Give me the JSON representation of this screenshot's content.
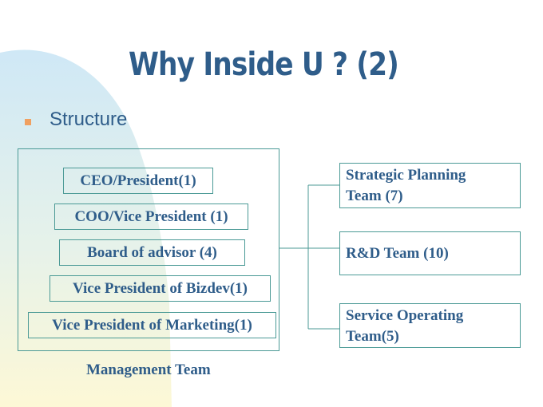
{
  "slide": {
    "title": "Why Inside U ? (2)",
    "subtitle": "Structure"
  },
  "management": {
    "items": [
      "CEO/President(1)",
      "COO/Vice President (1)",
      "Board of advisor (4)",
      "Vice President of Bizdev(1)",
      "Vice President of Marketing(1)"
    ],
    "caption": "Management Team"
  },
  "teams": [
    {
      "line1": "Strategic Planning",
      "line2": "Team (7)"
    },
    {
      "line1": "R&D Team (10)"
    },
    {
      "line1": "Service Operating",
      "line2": "Team(5)"
    }
  ],
  "colors": {
    "title": "#2f5d8a",
    "border": "#4b9a96",
    "bullet": "#f0a060"
  }
}
